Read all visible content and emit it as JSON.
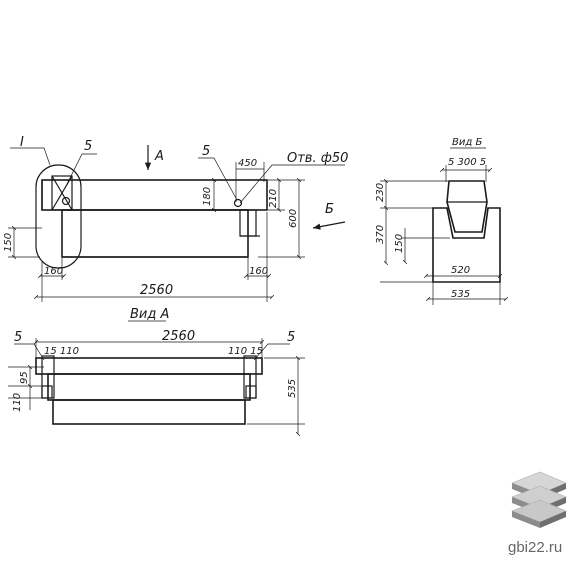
{
  "top_view": {
    "section_label": "I",
    "item_5_left": "5",
    "view_arrow_a": "A",
    "item_5_right": "5",
    "dim_450": "450",
    "hole_note": "Отв. ф50",
    "dim_180_vert": "180",
    "dim_210": "210",
    "dim_600": "600",
    "view_arrow_b": "Б",
    "dim_150_left": "150",
    "dim_160_left": "160",
    "dim_160_right": "160",
    "dim_2560": "2560"
  },
  "side_view": {
    "title": "Вид А",
    "item_5_left": "5",
    "item_5_right": "5",
    "dim_2560": "2560",
    "dim_15_110": "15 110",
    "dim_110_15": "110 15",
    "dim_95": "95",
    "dim_110": "110",
    "dim_535": "535"
  },
  "end_view": {
    "title": "Вид Б",
    "dim_top": "5 300 5",
    "dim_230": "230",
    "dim_370": "370",
    "dim_150": "150",
    "dim_520": "520",
    "dim_535": "535"
  },
  "watermark": {
    "text": "gbi22.ru",
    "logo": "stacked-slabs-logo"
  }
}
